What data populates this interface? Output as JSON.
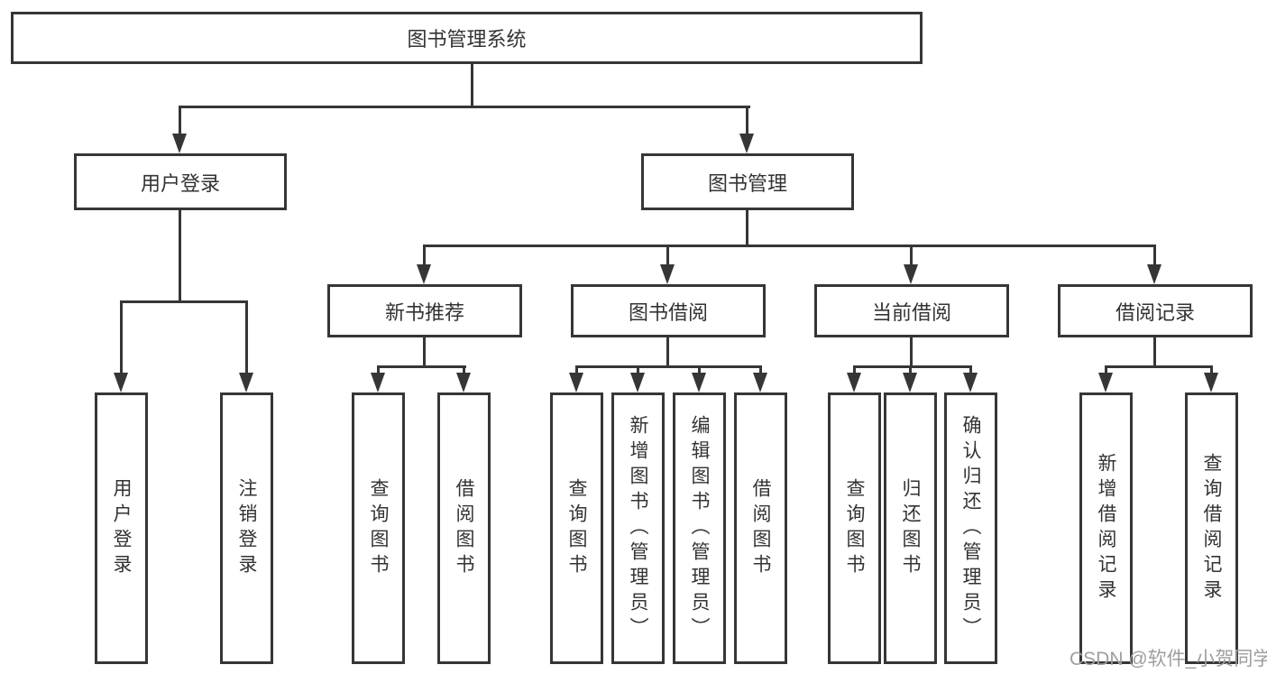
{
  "diagram": {
    "root": {
      "label": "图书管理系统"
    },
    "level2": [
      {
        "label": "用户登录"
      },
      {
        "label": "图书管理"
      }
    ],
    "level3": [
      {
        "label": "新书推荐",
        "parent": "图书管理"
      },
      {
        "label": "图书借阅",
        "parent": "图书管理"
      },
      {
        "label": "当前借阅",
        "parent": "图书管理"
      },
      {
        "label": "借阅记录",
        "parent": "图书管理"
      }
    ],
    "leaves": [
      {
        "label": "用户登录",
        "parent": "用户登录"
      },
      {
        "label": "注销登录",
        "parent": "用户登录"
      },
      {
        "label": "查询图书",
        "parent": "新书推荐"
      },
      {
        "label": "借阅图书",
        "parent": "新书推荐"
      },
      {
        "label": "查询图书",
        "parent": "图书借阅"
      },
      {
        "label": "新增图书（管理员）",
        "parent": "图书借阅"
      },
      {
        "label": "编辑图书（管理员）",
        "parent": "图书借阅"
      },
      {
        "label": "借阅图书",
        "parent": "图书借阅"
      },
      {
        "label": "查询图书",
        "parent": "当前借阅"
      },
      {
        "label": "归还图书",
        "parent": "当前借阅"
      },
      {
        "label": "确认归还（管理员）",
        "parent": "当前借阅"
      },
      {
        "label": "新增借阅记录",
        "parent": "借阅记录"
      },
      {
        "label": "查询借阅记录",
        "parent": "借阅记录"
      }
    ],
    "watermark": "CSDN @软件_小贺同学",
    "colors": {
      "line": "#363636",
      "text": "#333333",
      "watermark": "#9e9e9e",
      "background": "#ffffff"
    }
  }
}
